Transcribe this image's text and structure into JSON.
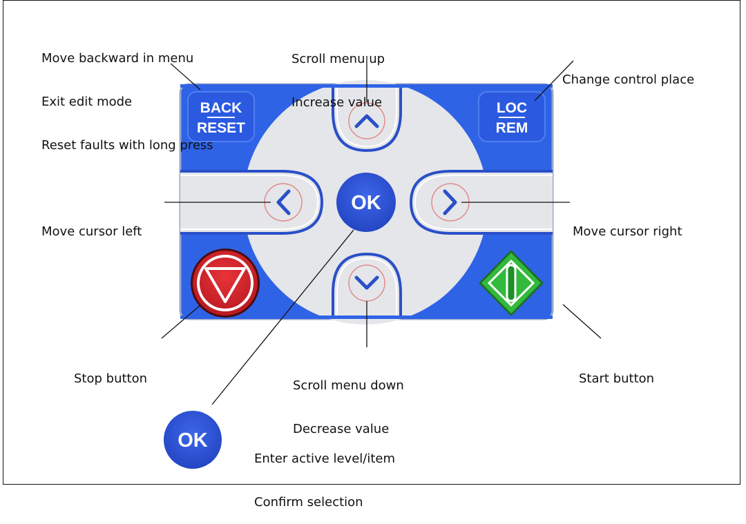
{
  "colors": {
    "panel_blue": "#2f63e6",
    "dial_gray": "#e5e6ea",
    "ok_blue": "#2b52d6",
    "stop_red": "#d4262b",
    "start_green": "#33b93c"
  },
  "keypad": {
    "back_key": {
      "line1": "BACK",
      "line2": "RESET"
    },
    "loc_key": {
      "line1": "LOC",
      "line2": "REM"
    },
    "ok_key": "OK",
    "up_icon": "chevron-up-icon",
    "down_icon": "chevron-down-icon",
    "left_icon": "chevron-left-icon",
    "right_icon": "chevron-right-icon",
    "stop_icon": "stop-triangle-icon",
    "start_icon": "start-bar-icon"
  },
  "labels": {
    "back": [
      "Move backward in menu",
      "Exit edit mode",
      "Reset faults with long press"
    ],
    "up": [
      "Scroll menu up",
      "Increase value"
    ],
    "loc": [
      "Change control place"
    ],
    "left": [
      "Move cursor left"
    ],
    "right": [
      "Move cursor right"
    ],
    "stop": [
      "Stop button"
    ],
    "down": [
      "Scroll menu down",
      "Decrease value"
    ],
    "start": [
      "Start button"
    ],
    "ok": [
      "Enter active level/item",
      "Confirm selection"
    ]
  },
  "legend": {
    "ok_key": "OK"
  }
}
